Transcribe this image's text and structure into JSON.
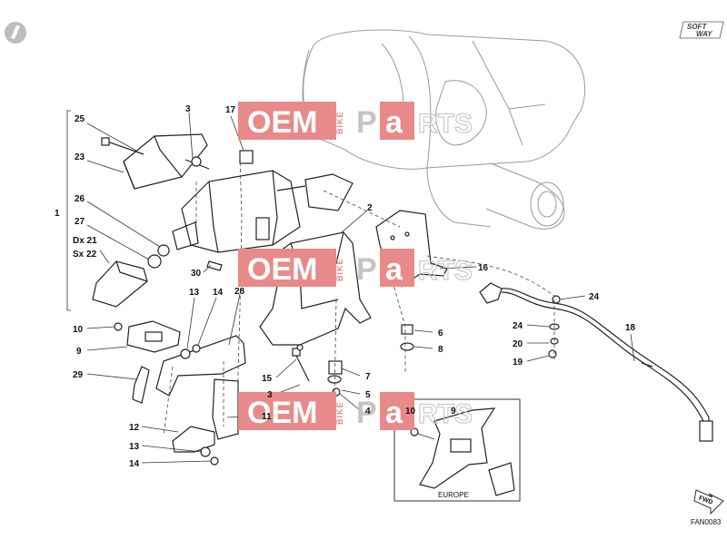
{
  "watermark": {
    "oem": "OEM",
    "bike": "BIKE",
    "p": "P",
    "a": "a",
    "rts": "RTS",
    "color": "#e88a8a"
  },
  "logo": {
    "line1": "SOFT",
    "line2": "WAY"
  },
  "diagram_code": "FAN0083",
  "fwd_label": "FWD",
  "inset_label": "EUROPE",
  "callouts": {
    "c1": "1",
    "c25": "25",
    "c23": "23",
    "c26": "26",
    "c27": "27",
    "dx": "Dx 21",
    "sx": "Sx 22",
    "c3a": "3",
    "c17": "17",
    "c2": "2",
    "c16": "16",
    "c30": "30",
    "c13a": "13",
    "c14a": "14",
    "c28": "28",
    "c10a": "10",
    "c9a": "9",
    "c29": "29",
    "c15": "15",
    "c3b": "3",
    "c11": "11",
    "c12": "12",
    "c13b": "13",
    "c14b": "14",
    "c6": "6",
    "c8": "8",
    "c7": "7",
    "c5": "5",
    "c4": "4",
    "c24a": "24",
    "c24b": "24",
    "c20": "20",
    "c19": "19",
    "c18": "18",
    "c10b": "10",
    "c9b": "9"
  }
}
